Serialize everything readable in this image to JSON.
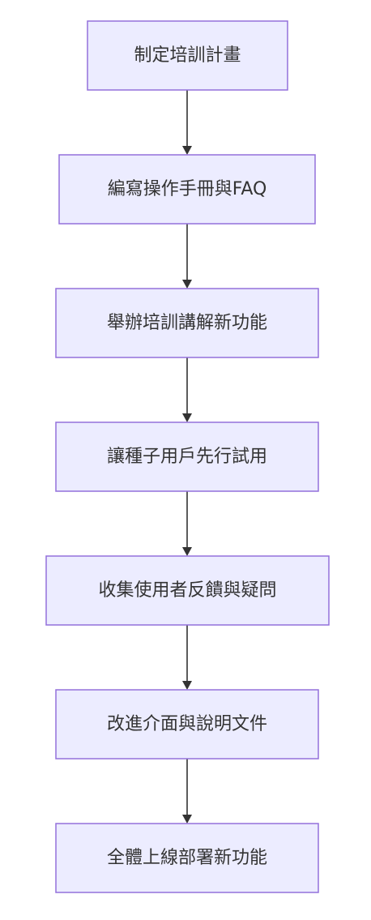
{
  "diagram": {
    "type": "flowchart",
    "direction": "top-to-bottom",
    "colors": {
      "node_fill": "#ececff",
      "node_border": "#9370db",
      "edge": "#333333",
      "text": "#333333"
    },
    "nodes": [
      {
        "id": "n1",
        "label": "制定培訓計畫"
      },
      {
        "id": "n2",
        "label": "編寫操作手冊與FAQ"
      },
      {
        "id": "n3",
        "label": "舉辦培訓講解新功能"
      },
      {
        "id": "n4",
        "label": "讓種子用戶先行試用"
      },
      {
        "id": "n5",
        "label": "收集使用者反饋與疑問"
      },
      {
        "id": "n6",
        "label": "改進介面與說明文件"
      },
      {
        "id": "n7",
        "label": "全體上線部署新功能"
      }
    ],
    "edges": [
      {
        "from": "n1",
        "to": "n2"
      },
      {
        "from": "n2",
        "to": "n3"
      },
      {
        "from": "n3",
        "to": "n4"
      },
      {
        "from": "n4",
        "to": "n5"
      },
      {
        "from": "n5",
        "to": "n6"
      },
      {
        "from": "n6",
        "to": "n7"
      }
    ]
  }
}
